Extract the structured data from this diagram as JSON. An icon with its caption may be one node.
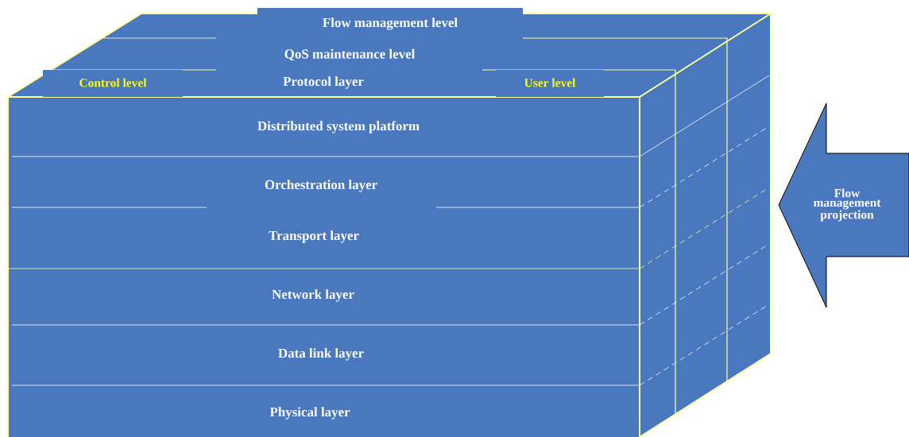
{
  "diagram": {
    "nodes": [
      {
        "text": [
          "Flow management level"
        ]
      },
      {
        "text": [
          "QoS maintenance level"
        ]
      },
      {
        "text": [
          "Control level"
        ]
      },
      {
        "text": [
          "Protocol layer"
        ]
      },
      {
        "text": [
          "User level"
        ]
      },
      {
        "text": [
          "Distributed system platform"
        ]
      },
      {
        "text": [
          "Orchestration layer"
        ]
      },
      {
        "text": [
          "Transport layer"
        ]
      },
      {
        "text": [
          "Network layer"
        ]
      },
      {
        "text": [
          "Data link layer"
        ]
      },
      {
        "text": [
          "Physical layer"
        ]
      },
      {
        "text": [
          "Flow management projection"
        ]
      }
    ]
  }
}
